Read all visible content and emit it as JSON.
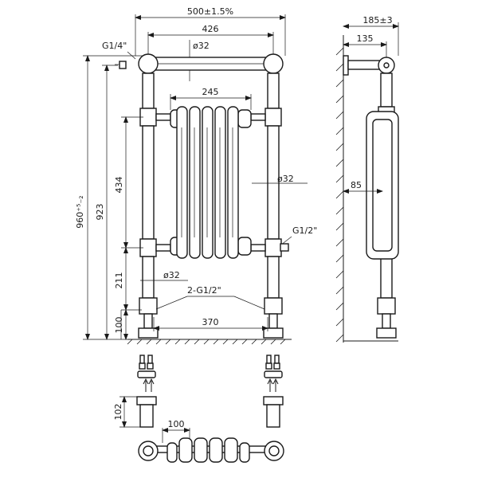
{
  "front_view": {
    "overall_width": "500±1.5%",
    "center_width": "426",
    "top_rail_diameter": "ø32",
    "radiator_width": "245",
    "side_rail_diameter": "ø32",
    "bottom_rail_diameter": "ø32",
    "inlet_spacing": "370",
    "valve_label": "2-G1/2\"",
    "bleed_valve": "G1/4\"",
    "side_thread": "G1/2\"",
    "overall_height": "960⁺⁵₋₂",
    "height_923": "923",
    "radiator_height": "434",
    "lower_height": "211",
    "foot_height": "100"
  },
  "side_view": {
    "total_depth": "185±3",
    "wall_offset": "135",
    "radiator_depth": "85"
  },
  "detail_view": {
    "adapter_height": "102"
  },
  "top_view": {
    "section_width": "100"
  }
}
